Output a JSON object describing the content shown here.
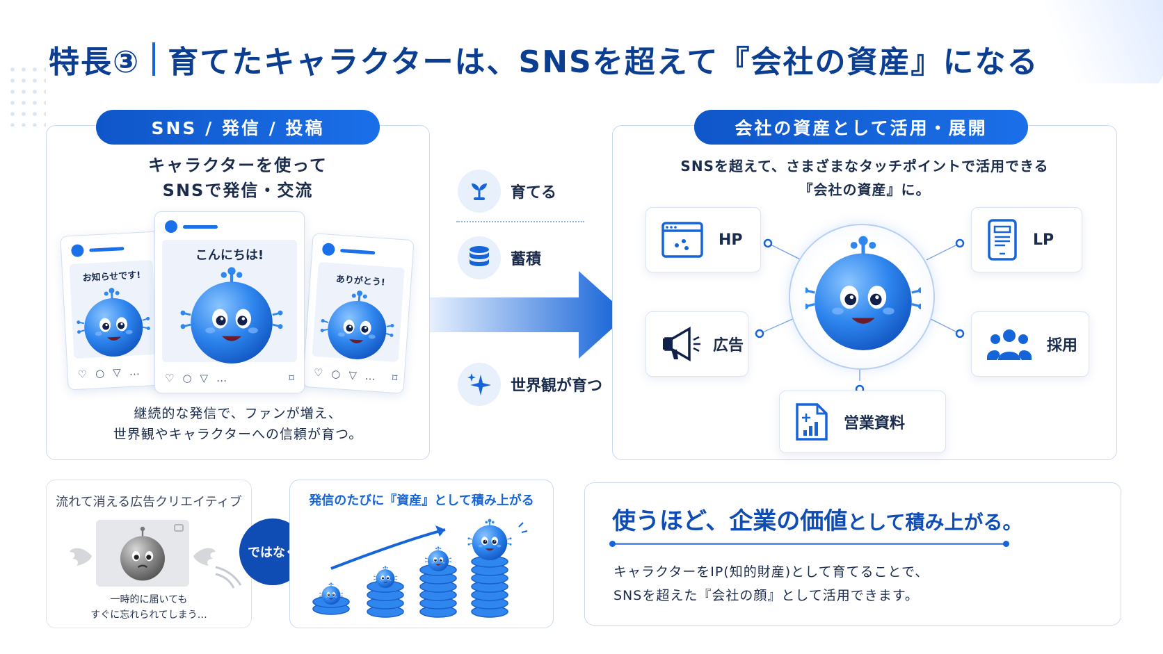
{
  "title": {
    "main": "特長③",
    "sub": "育てたキャラクターは、SNSを超えて『会社の資産』になる"
  },
  "left_panel": {
    "pill": "SNS / 発信 / 投稿",
    "heading_line1": "キャラクターを使って",
    "heading_line2": "SNSで発信・交流",
    "posts": [
      {
        "caption": "お知らせです!"
      },
      {
        "caption": "こんにちは!"
      },
      {
        "caption": "ありがとう!"
      }
    ],
    "footer_line1": "継続的な発信で、ファンが増え、",
    "footer_line2": "世界観やキャラクターへの信頼が育つ。"
  },
  "middle": {
    "items": [
      {
        "label": "育てる",
        "icon": "sprout-icon"
      },
      {
        "label": "蓄積",
        "icon": "database-icon"
      },
      {
        "label": "世界観が育つ",
        "icon": "sparkle-icon"
      }
    ]
  },
  "right_panel": {
    "pill": "会社の資産として活用・展開",
    "heading_line1": "SNSを超えて、さまざまなタッチポイントで活用できる",
    "heading_line2": "『会社の資産』に。",
    "nodes": {
      "hp": "HP",
      "lp": "LP",
      "ad": "広告",
      "recruit": "採用",
      "sales": "営業資料"
    }
  },
  "bottom_left": {
    "title": "流れて消える広告クリエイティブ",
    "caption_line1": "一時的に届いても",
    "caption_line2": "すぐに忘れられてしまう…",
    "badge": "ではなく"
  },
  "bottom_mid": {
    "title": "発信のたびに『資産』として積み上がる"
  },
  "bottom_right": {
    "headline_a": "使うほど、",
    "headline_b": "企業の価値",
    "headline_c": "として積み上がる。",
    "body_line1": "キャラクターをIP(知的財産)として育てることで、",
    "body_line2": "SNSを超えた『会社の顔』として活用できます。"
  },
  "colors": {
    "primary": "#1565d8",
    "navy": "#0b3d91",
    "text": "#1a2b4c",
    "mascot": "#2f86ee"
  }
}
